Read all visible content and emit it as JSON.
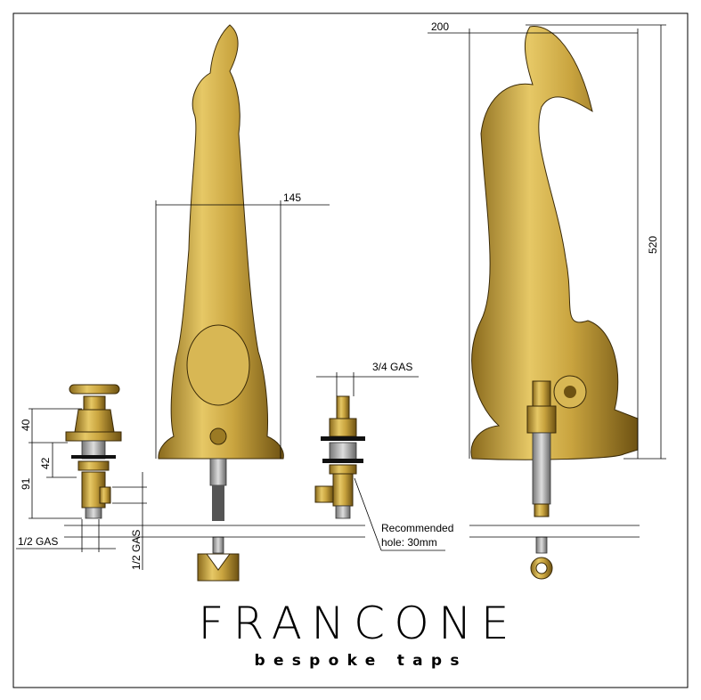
{
  "brand": {
    "name": "FRANCONE",
    "tagline": "Bespoke Taps"
  },
  "dimensions": {
    "front_width": "145",
    "side_width": "200",
    "height": "520",
    "inlet_size": "3/4 GAS",
    "handle_height": "40",
    "valve_upper": "42",
    "valve_total": "91",
    "valve_thread": "1/2 GAS",
    "outlet_thread": "1/2 GAS",
    "hole_note_line1": "Recommended",
    "hole_note_line2": "hole: 30mm"
  },
  "colors": {
    "gold": "#c9a43f",
    "gold_dark": "#7a5c14",
    "line": "#000000"
  }
}
